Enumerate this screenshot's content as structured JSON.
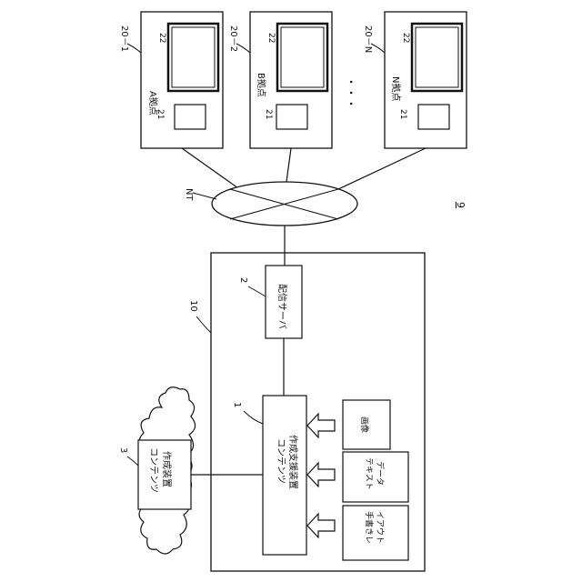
{
  "figure": {
    "figure_number": "9",
    "system_ref": "10",
    "network_label": "NT",
    "ellipsis": "・・・"
  },
  "sites": [
    {
      "ref": "20－1",
      "name": "A拠点",
      "screen_ref": "22",
      "terminal_ref": "21"
    },
    {
      "ref": "20－2",
      "name": "B拠点",
      "screen_ref": "22",
      "terminal_ref": "21"
    },
    {
      "ref": "20－N",
      "name": "N拠点",
      "screen_ref": "22",
      "terminal_ref": "21"
    }
  ],
  "server": {
    "ref": "2",
    "label": "配信サーバ"
  },
  "support_device": {
    "ref": "1",
    "label_line1": "コンテンツ",
    "label_line2": "作成支援装置"
  },
  "creation_device": {
    "ref": "3",
    "label_line1": "コンテンツ",
    "label_line2": "作成装置"
  },
  "inputs": [
    {
      "label_line1": "画像",
      "label_line2": ""
    },
    {
      "label_line1": "テキスト",
      "label_line2": "データ"
    },
    {
      "label_line1": "手書きレ",
      "label_line2": "イアウト"
    }
  ],
  "colors": {
    "line": "#111111",
    "background": "#ffffff"
  }
}
